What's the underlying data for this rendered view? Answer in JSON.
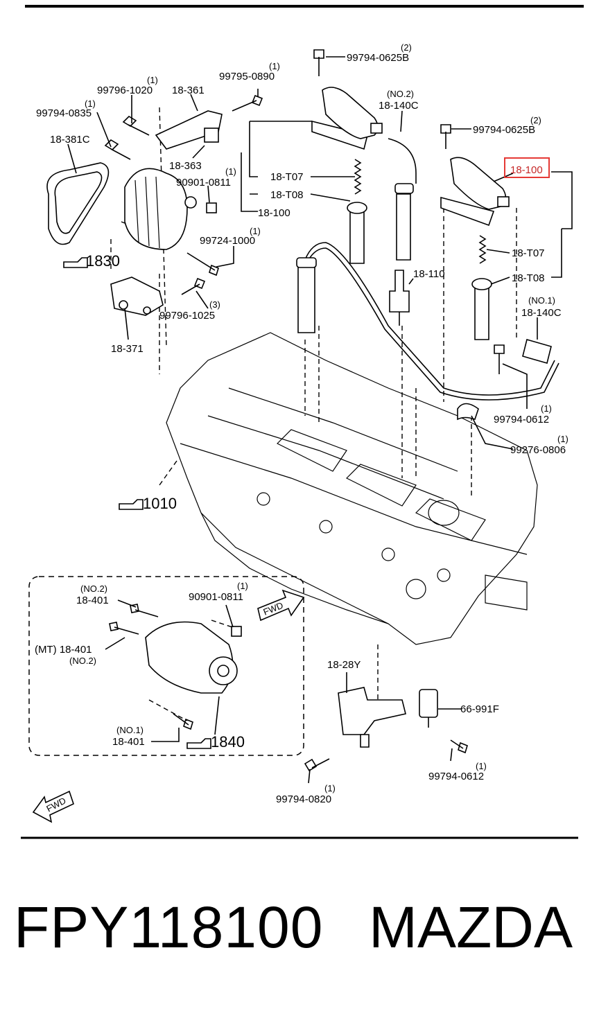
{
  "labels": {
    "bolt_top": "99794-0625B",
    "bolt_top_qty": "(2)",
    "bolt_mid": "99794-0625B",
    "bolt_mid_qty": "(2)",
    "b0890": "99795-0890",
    "b0890_qty": "(1)",
    "b1020": "99796-1020",
    "b1020_qty": "(1)",
    "p18361": "18-361",
    "b0835": "99794-0835",
    "b0835_qty": "(1)",
    "p18381c": "18-381C",
    "p18363": "18-363",
    "n0811": "90901-0811",
    "n0811_qty": "(1)",
    "coil1_t07": "18-T07",
    "coil1_t08": "18-T08",
    "coil1_100": "18-100",
    "lead2_no": "(NO.2)",
    "lead2": "18-140C",
    "coil2_100": "18-100",
    "coil2_t07": "18-T07",
    "coil2_t08": "18-T08",
    "plug": "18-110",
    "lead1_no": "(NO.1)",
    "lead1": "18-140C",
    "b1000": "99724-1000",
    "b1000_qty": "(1)",
    "b1025": "99796-1025",
    "b1025_qty": "(3)",
    "p18371": "18-371",
    "b0612a": "99794-0612",
    "b0612a_qty": "(1)",
    "c0806": "99276-0806",
    "c0806_qty": "(1)",
    "ref1830": "1830",
    "ref1010": "1010",
    "ref1840": "1840",
    "s_no2": "(NO.2)",
    "s401a": "18-401",
    "s_n0811": "90901-0811",
    "s_n0811_qty": "(1)",
    "s_mt": "(MT) 18-401",
    "s_mt_no2": "(NO.2)",
    "s_no1": "(NO.1)",
    "s401c": "18-401",
    "fwd": "FWD",
    "fwd2": "FWD",
    "p1828y": "18-28Y",
    "p66991f": "66-991F",
    "b0612b": "99794-0612",
    "b0612b_qty": "(1)",
    "b0820": "99794-0820",
    "b0820_qty": "(1)"
  },
  "footer": {
    "part_number": "FPY118100",
    "brand": "MAZDA"
  },
  "colors": {
    "highlight": "#e53935",
    "ink": "#000000"
  }
}
